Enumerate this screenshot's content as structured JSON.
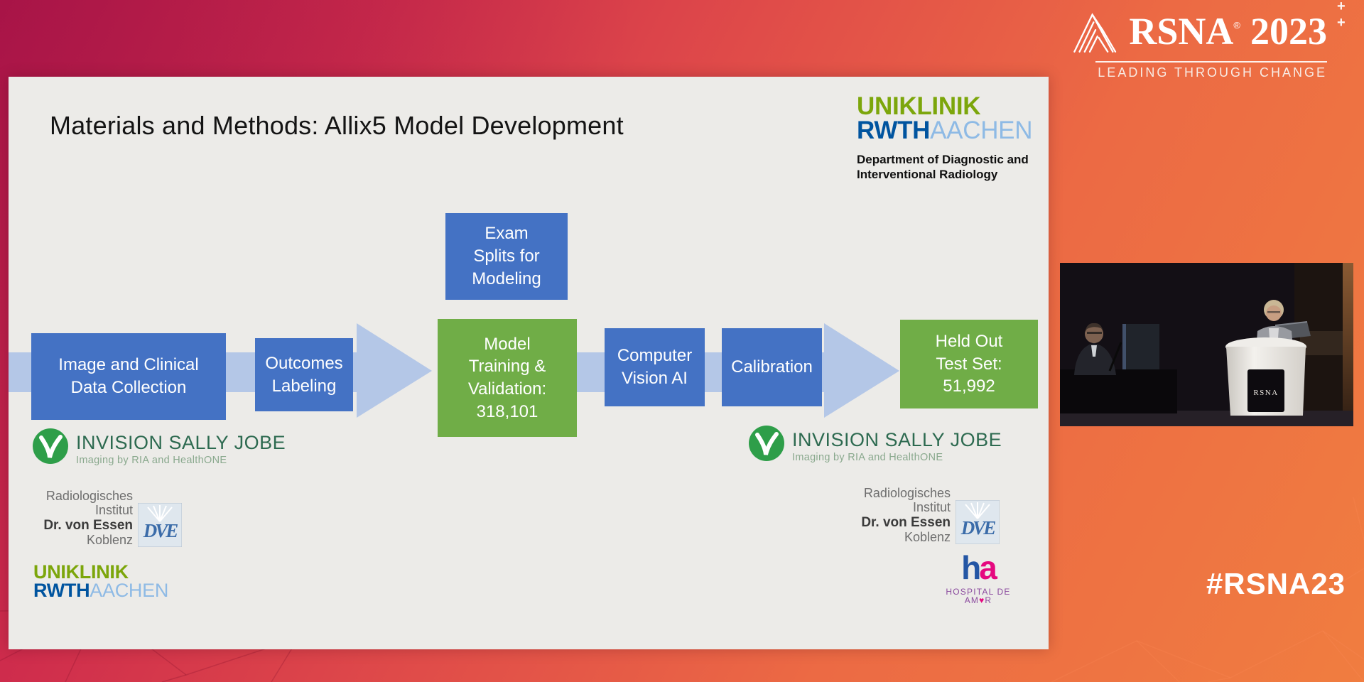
{
  "header": {
    "rsna_wordmark": "RSNA",
    "rsna_reg": "®",
    "rsna_year": "2023",
    "tagline": "LEADING THROUGH CHANGE",
    "plus": "+ +"
  },
  "hashtag": "#RSNA23",
  "slide": {
    "title": "Materials and Methods: Allix5 Model Development",
    "affiliation": {
      "uniklinik": "UNIKLINIK",
      "rwth": "RWTH",
      "aachen": "AACHEN",
      "department": "Department of Diagnostic and\nInterventional Radiology"
    },
    "flow": {
      "boxes": [
        {
          "label": "Image and Clinical\nData Collection",
          "color": "blue"
        },
        {
          "label": "Outcomes\nLabeling",
          "color": "blue"
        },
        {
          "label": "Exam\nSplits for\nModeling",
          "color": "blue"
        },
        {
          "label": "Model\nTraining &\nValidation:\n318,101",
          "color": "green"
        },
        {
          "label": "Computer\nVision AI",
          "color": "blue"
        },
        {
          "label": "Calibration",
          "color": "blue"
        },
        {
          "label": "Held Out\nTest Set:\n51,992",
          "color": "green"
        }
      ]
    },
    "logos": {
      "invision": {
        "name": "INVISION SALLY JOBE",
        "subtitle": "Imaging by RIA and HealthONE"
      },
      "radiologisches": {
        "line1": "Radiologisches",
        "line2": "Institut",
        "line3": "Dr. von Essen",
        "line4": "Koblenz",
        "badge": "DVE"
      },
      "uniklinik_bottom": {
        "uniklinik": "UNIKLINIK",
        "rwth": "RWTH",
        "aachen": "AACHEN"
      },
      "hospital_amor": {
        "mark_h": "h",
        "mark_a": "a",
        "label_pre": "HOSPITAL DE AM",
        "heart": "♥",
        "label_post": "R"
      }
    }
  },
  "video": {
    "podium_sign": "RSNA"
  },
  "colors": {
    "flow_blue": "#4472C4",
    "flow_green": "#70AD47",
    "flow_arrow": "#B4C7E7",
    "uniklinik_green": "#7CA60B",
    "rwth_blue": "#00549F",
    "aachen_light_blue": "#8EBAE5",
    "invision_green": "#2E9E49",
    "amor_blue": "#2456A4",
    "amor_pink": "#E5097F"
  }
}
